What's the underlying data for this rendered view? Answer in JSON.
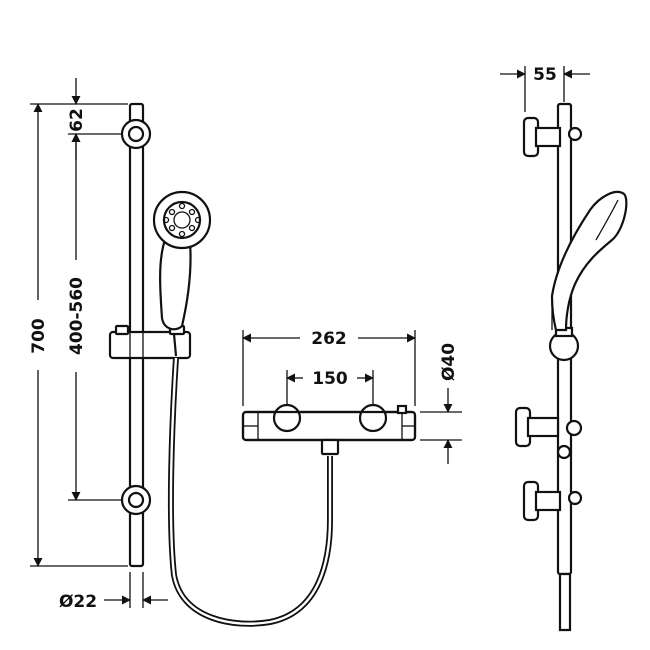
{
  "dimensions": {
    "bar_height": "700",
    "top_offset": "62",
    "bracket_spacing": "400-560",
    "rail_diameter": "Ø22",
    "valve_width": "262",
    "inlet_centres": "150",
    "valve_diameter": "Ø40",
    "wall_offset": "55"
  },
  "colors": {
    "line": "#111111",
    "background": "#ffffff"
  }
}
